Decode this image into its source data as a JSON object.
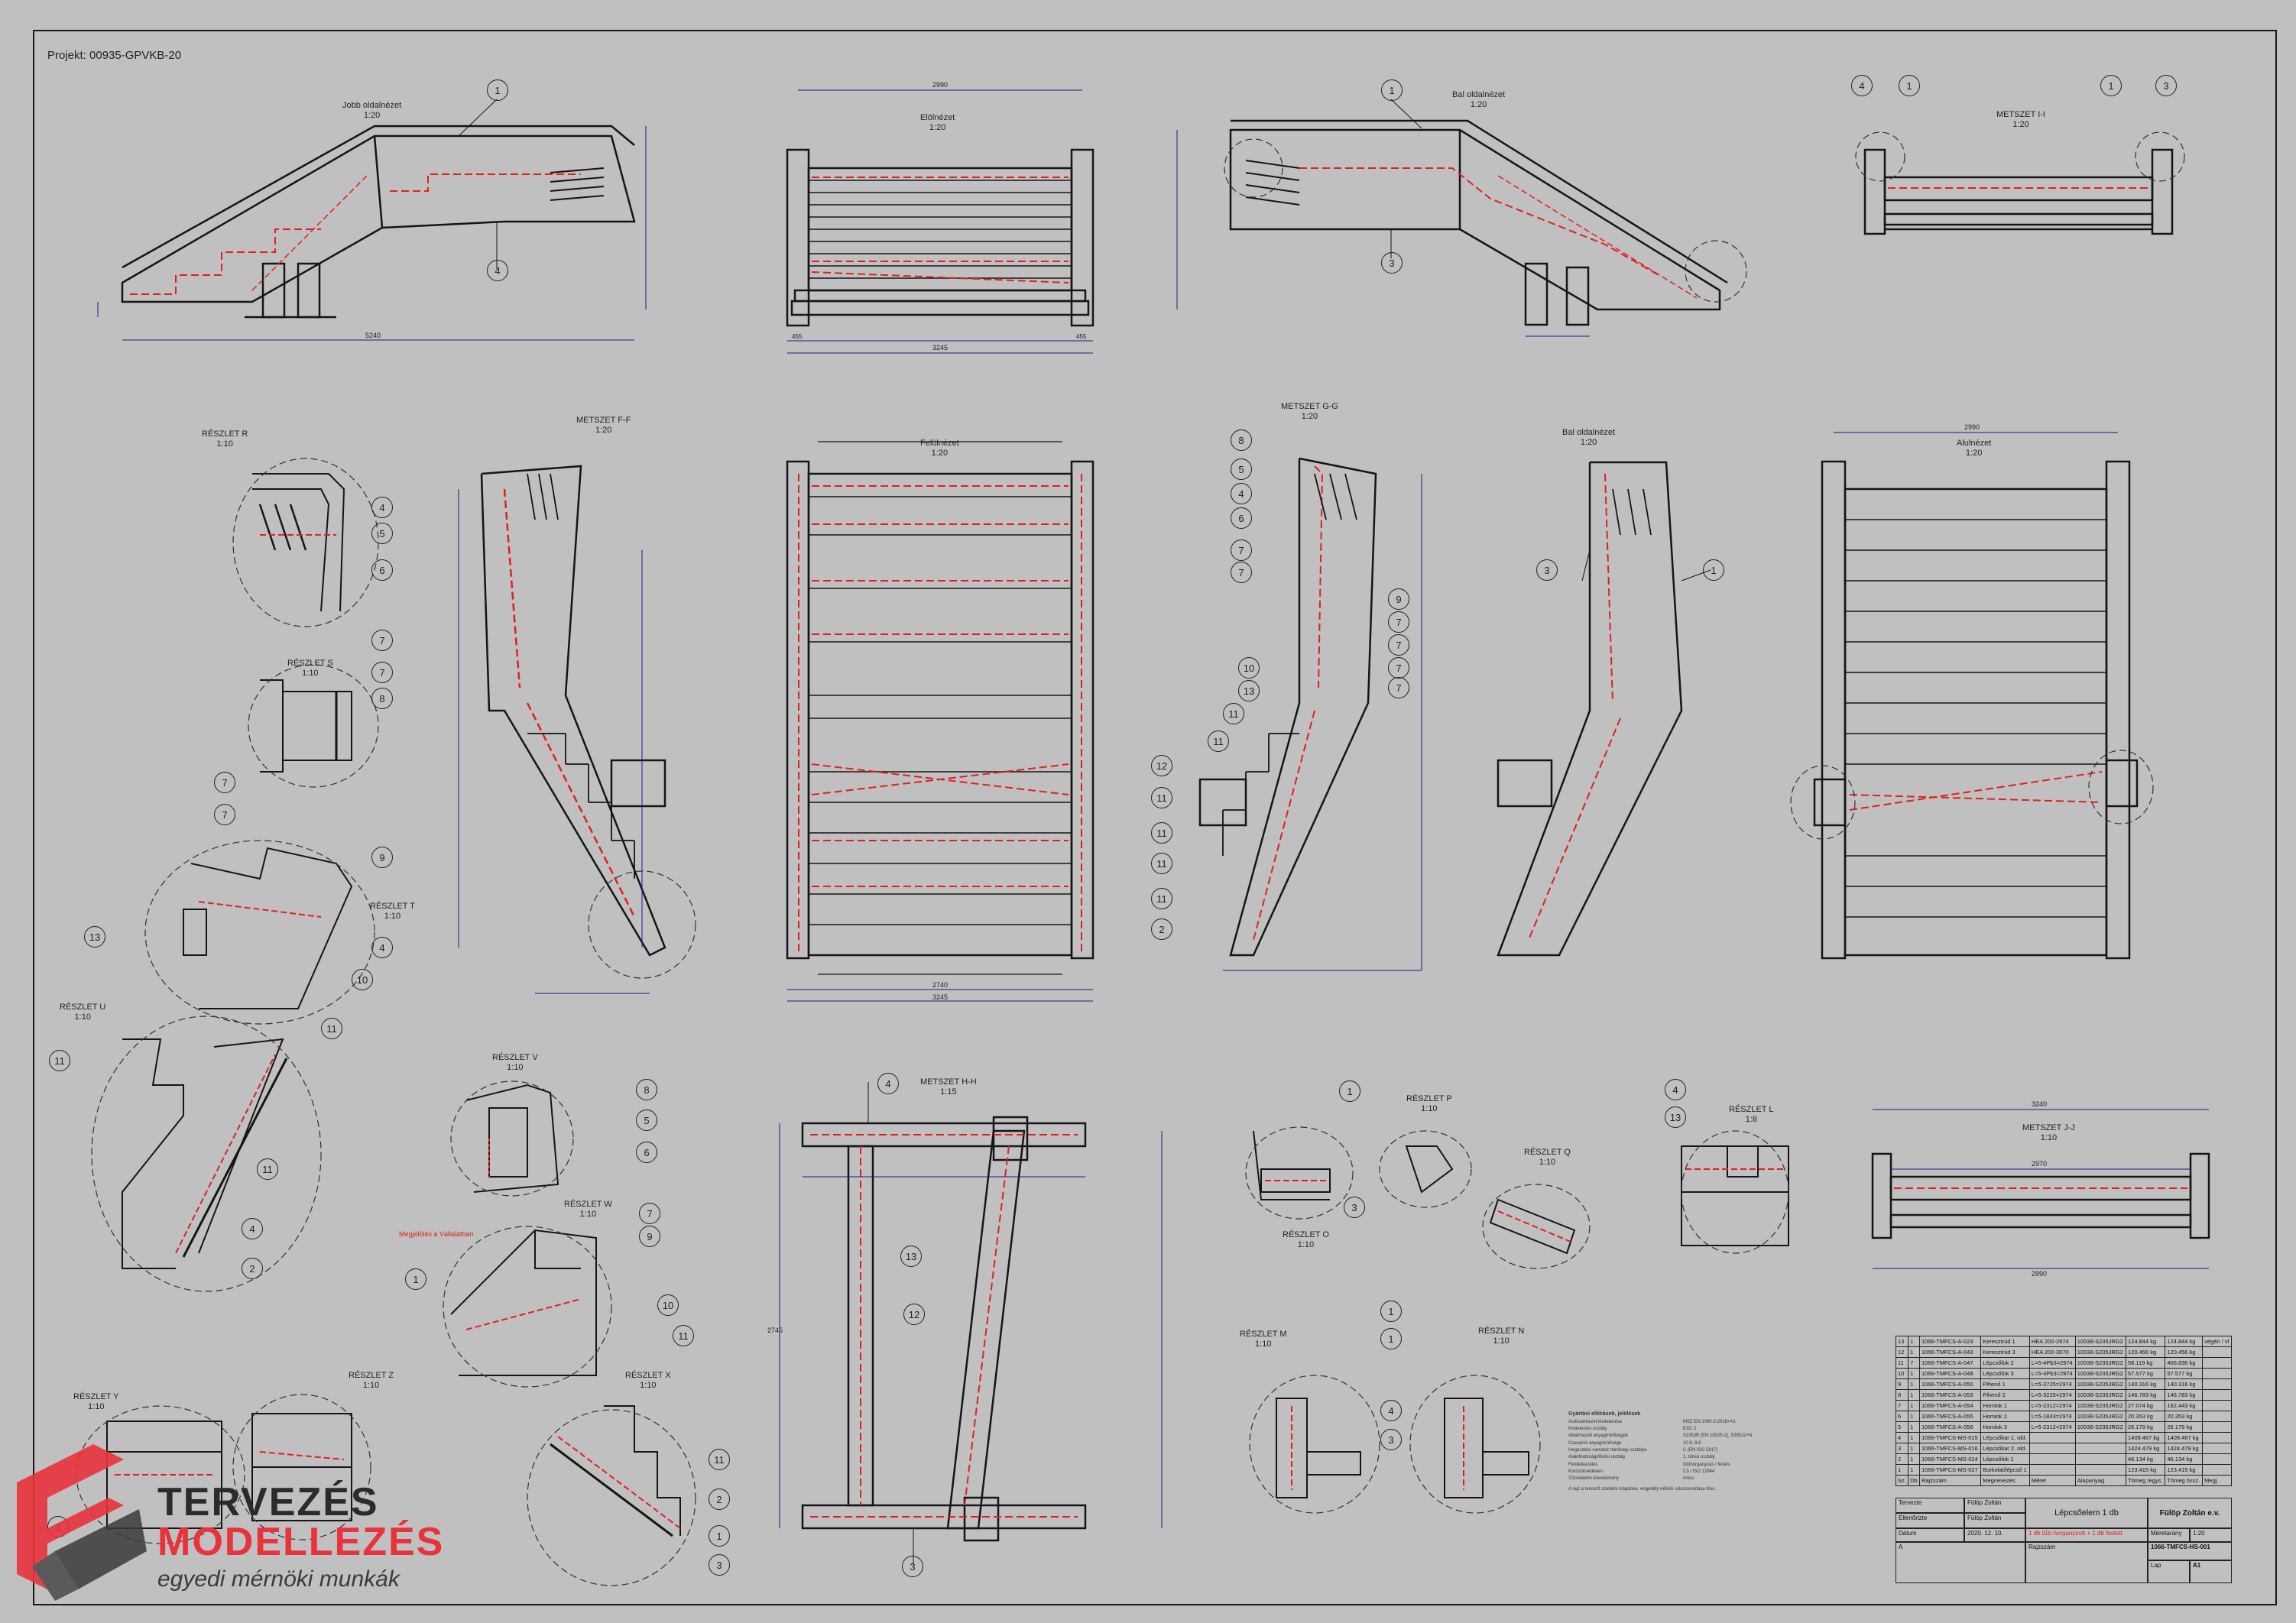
{
  "project": "Projekt: 00935-GPVKB-20",
  "views": {
    "jobb": {
      "title": "Jobb oldalnézet",
      "scale": "1:20"
    },
    "elol": {
      "title": "Elölnézet",
      "scale": "1:20"
    },
    "bal_top": {
      "title": "Bal oldalnézet",
      "scale": "1:20"
    },
    "metszet_ii": {
      "title": "METSZET I-I",
      "scale": "1:20"
    },
    "reszlet_r": {
      "title": "RÉSZLET R",
      "scale": "1:10"
    },
    "metszet_ff": {
      "title": "METSZET F-F",
      "scale": "1:20"
    },
    "felul": {
      "title": "Felülnézet",
      "scale": "1:20"
    },
    "metszet_gg": {
      "title": "METSZET G-G",
      "scale": "1:20"
    },
    "bal_mid": {
      "title": "Bal oldalnézet",
      "scale": "1:20"
    },
    "alul": {
      "title": "Alulnézet",
      "scale": "1:20"
    },
    "reszlet_s": {
      "title": "RÉSZLET S",
      "scale": "1:10"
    },
    "reszlet_t": {
      "title": "RÉSZLET T",
      "scale": "1:10"
    },
    "reszlet_u": {
      "title": "RÉSZLET U",
      "scale": "1:10"
    },
    "reszlet_v": {
      "title": "RÉSZLET V",
      "scale": "1:10"
    },
    "reszlet_w": {
      "title": "RÉSZLET W",
      "scale": "1:10"
    },
    "metszet_hh": {
      "title": "METSZET H-H",
      "scale": "1:15"
    },
    "reszlet_p": {
      "title": "RÉSZLET P",
      "scale": "1:10"
    },
    "reszlet_q": {
      "title": "RÉSZLET Q",
      "scale": "1:10"
    },
    "reszlet_o": {
      "title": "RÉSZLET O",
      "scale": "1:10"
    },
    "reszlet_l": {
      "title": "RÉSZLET L",
      "scale": "1:8"
    },
    "metszet_jj": {
      "title": "METSZET J-J",
      "scale": "1:10"
    },
    "reszlet_y": {
      "title": "RÉSZLET Y",
      "scale": "1:10"
    },
    "reszlet_z": {
      "title": "RÉSZLET Z",
      "scale": "1:10"
    },
    "reszlet_x": {
      "title": "RÉSZLET X",
      "scale": "1:10"
    },
    "reszlet_m": {
      "title": "RÉSZLET M",
      "scale": "1:10"
    },
    "reszlet_n": {
      "title": "RÉSZLET N",
      "scale": "1:10"
    }
  },
  "dimensions": {
    "jobb_len": "5240",
    "elol_width": "2990",
    "elol_total": "3245",
    "elol_side": "455",
    "felul_inner": "2740",
    "felul_total": "3245",
    "alul_width": "2990",
    "jj_top": "3240",
    "jj_inner": "2970",
    "jj_bottom": "2990",
    "hh_height": "2745"
  },
  "red_note": "Megjelölés a Vállalatban",
  "bom": {
    "rows": [
      [
        "13",
        "1",
        "1066-TMFCS-A-023",
        "Keresztrúd 1",
        "HEA 200-2974",
        "10038-S235JRG2",
        "124.844 kg",
        "124.844 kg",
        "végén / vl"
      ],
      [
        "12",
        "1",
        "1066-TMFCS-A-043",
        "Keresztrúd 3",
        "HEA 200-3070",
        "10038-S235JRG2",
        "120.456 kg",
        "120.456 kg",
        ""
      ],
      [
        "11",
        "7",
        "1066-TMFCS-A-047",
        "Lépcsőfok 2",
        "L=5-4Pb3=2974",
        "10038-S235JRG2",
        "58.119 kg",
        "406.836 kg",
        ""
      ],
      [
        "10",
        "1",
        "1066-TMFCS-A-048",
        "Lépcsőfok 3",
        "L=5-4Pb3=2974",
        "10038-S235JRG2",
        "57.577 kg",
        "57.577 kg",
        ""
      ],
      [
        "9",
        "1",
        "1066-TMFCS-A-050",
        "Pihenő 1",
        "L=5-3725=2974",
        "10038-S235JRG2",
        "140.316 kg",
        "140.316 kg",
        ""
      ],
      [
        "8",
        "1",
        "1066-TMFCS-A-053",
        "Pihenő 2",
        "L=5-3225=2974",
        "10038-S235JRG2",
        "146.783 kg",
        "146.783 kg",
        ""
      ],
      [
        "7",
        "1",
        "1066-TMFCS-A-054",
        "Homlok 1",
        "L=5-2312=2974",
        "10038-S235JRG2",
        "27.074 kg",
        "162.443 kg",
        ""
      ],
      [
        "6",
        "1",
        "1066-TMFCS-A-055",
        "Homlok 2",
        "L=5-1843=2974",
        "10038-S235JRG2",
        "20.353 kg",
        "20.353 kg",
        ""
      ],
      [
        "5",
        "1",
        "1066-TMFCS-A-056",
        "Homlok 3",
        "L=5-2312=2974",
        "10038-S235JRG2",
        "26.179 kg",
        "26.179 kg",
        ""
      ],
      [
        "4",
        "1",
        "1066-TMFCS-MS-015",
        "Lépcsőkar 1. old.",
        "",
        "",
        "1409.467 kg",
        "1409.467 kg",
        ""
      ],
      [
        "3",
        "1",
        "1066-TMFCS-MS-016",
        "Lépcsőkar 2. old.",
        "",
        "",
        "1424.479 kg",
        "1424.479 kg",
        ""
      ],
      [
        "2",
        "1",
        "1066-TMFCS-MS-024",
        "Lépcsőfok 1",
        "",
        "",
        "46.134 kg",
        "46.134 kg",
        ""
      ],
      [
        "1",
        "1",
        "1066-TMFCS-MS-027",
        "Burkolat/lépcső 1",
        "",
        "",
        "123.415 kg",
        "123.415 kg",
        ""
      ],
      [
        "Sz.",
        "Db",
        "Rajzszám",
        "Megnevezés",
        "Méret",
        "Alapanyag",
        "Tömeg /egys.",
        "Tömeg össz.",
        "Megj."
      ]
    ]
  },
  "title_block": {
    "company": "Fülöp Zoltán e.v.",
    "drawing_title": "Lépcsőelem 1 db",
    "drawing_number": "1066-TMFCS-HS-001",
    "red_line": "1 db tűzi horganyzott + 1 db festett",
    "scale": "1:20",
    "sheet": "A1",
    "date": "2020. 12. 10.",
    "designer": "Fülöp Zoltán",
    "checked": "Fülöp Zoltán",
    "revision": "A",
    "labels": {
      "tervezte": "Tervezte",
      "ellenorizte": "Ellenőrizte",
      "rajzszam": "Rajzszám",
      "meretarany": "Méretarány",
      "lap": "Lap",
      "datum": "Dátum"
    }
  },
  "notes": {
    "heading": "Gyártási előírások, jelölések",
    "rows": [
      [
        "Acélszerkezet kivitelezése",
        "MSZ EN 1090-2:2018+A1"
      ],
      [
        "Kivitelezési osztály",
        "EXC 2"
      ],
      [
        "Alkalmazott anyagminőségek",
        "S235JR (EN 10025-2), S355J2+N"
      ],
      [
        "Csavarok anyagminősége",
        "10.9, 8.8"
      ],
      [
        "Hegesztési varratok minőségi osztálya",
        "C (EN ISO 5817)"
      ],
      [
        "Alakíthatósági/tűrési osztály",
        "1. tűrési osztály"
      ],
      [
        "Felületkezelés",
        "tűzihorganyzás / festés"
      ],
      [
        "Korrózióvédelem",
        "C3 / ISO 12944"
      ],
      [
        "Tűzvédelmi követelmény",
        "nincs"
      ]
    ],
    "footnote": "A rajz a tervező szellemi tulajdona, engedély nélküli sokszorosítása tilos."
  },
  "logo": {
    "line1": "TERVEZÉS",
    "line2": "MODELLEZÉS",
    "line3": "egyedi mérnöki munkák"
  },
  "colors": {
    "paper": "#c0c0c0",
    "line": "#151515",
    "hidden": "#e02020",
    "dim": "#1a1a8c"
  }
}
